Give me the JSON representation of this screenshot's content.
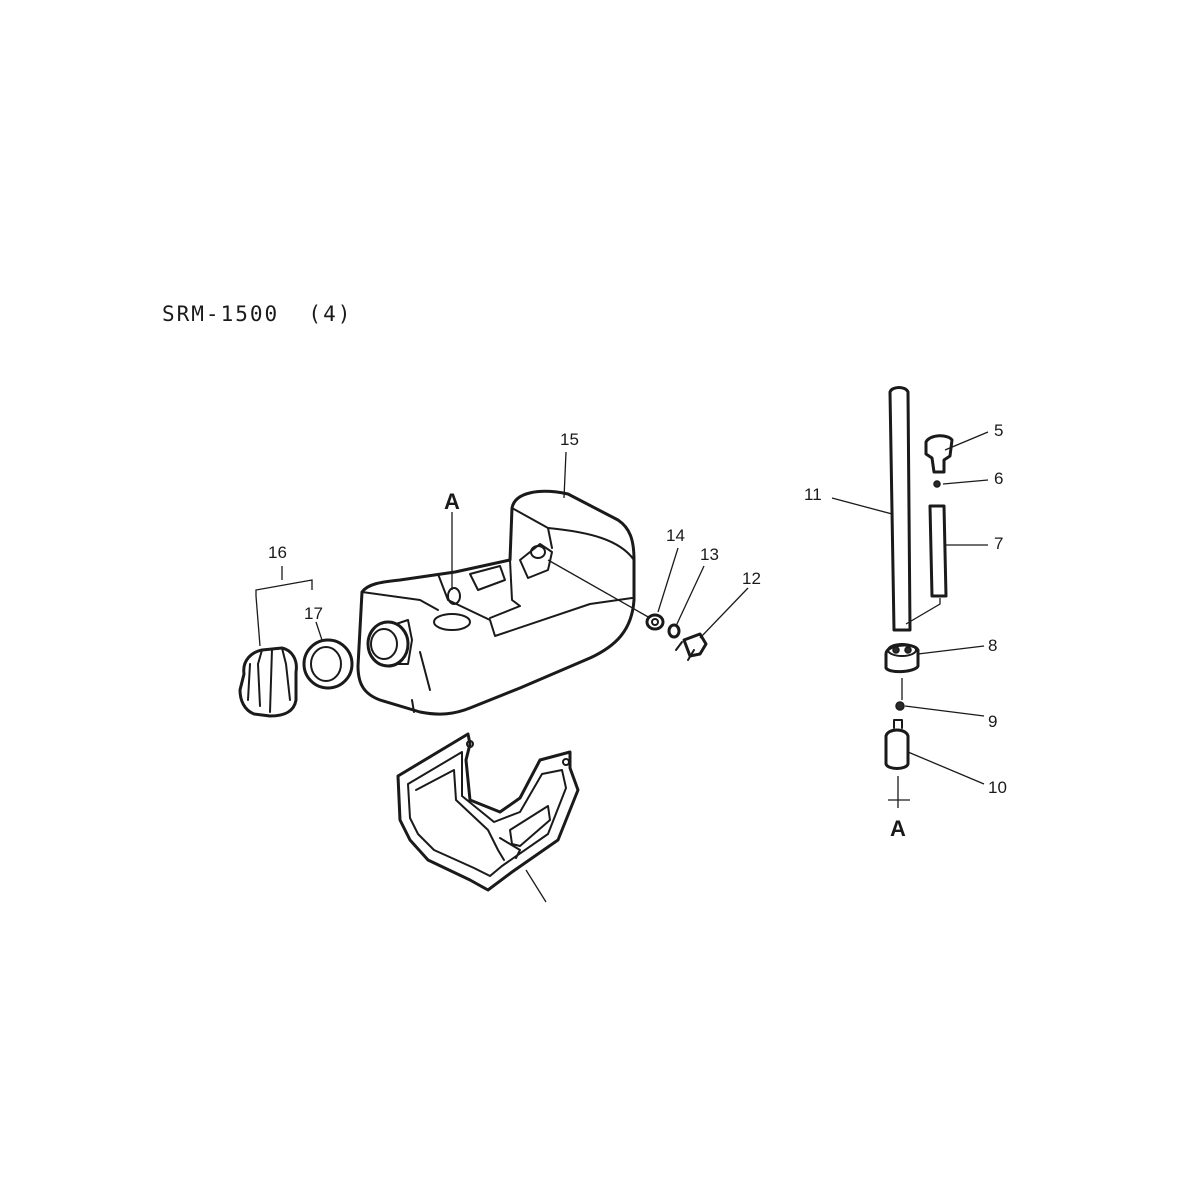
{
  "diagram": {
    "title": "SRM-1500  (4)",
    "callouts": {
      "p5": "5",
      "p6": "6",
      "p7": "7",
      "p8": "8",
      "p9": "9",
      "p10": "10",
      "p11": "11",
      "p12": "12",
      "p13": "13",
      "p14": "14",
      "p15": "15",
      "p16": "16",
      "p17": "17",
      "refA_top": "A",
      "refA_bottom": "A"
    }
  }
}
